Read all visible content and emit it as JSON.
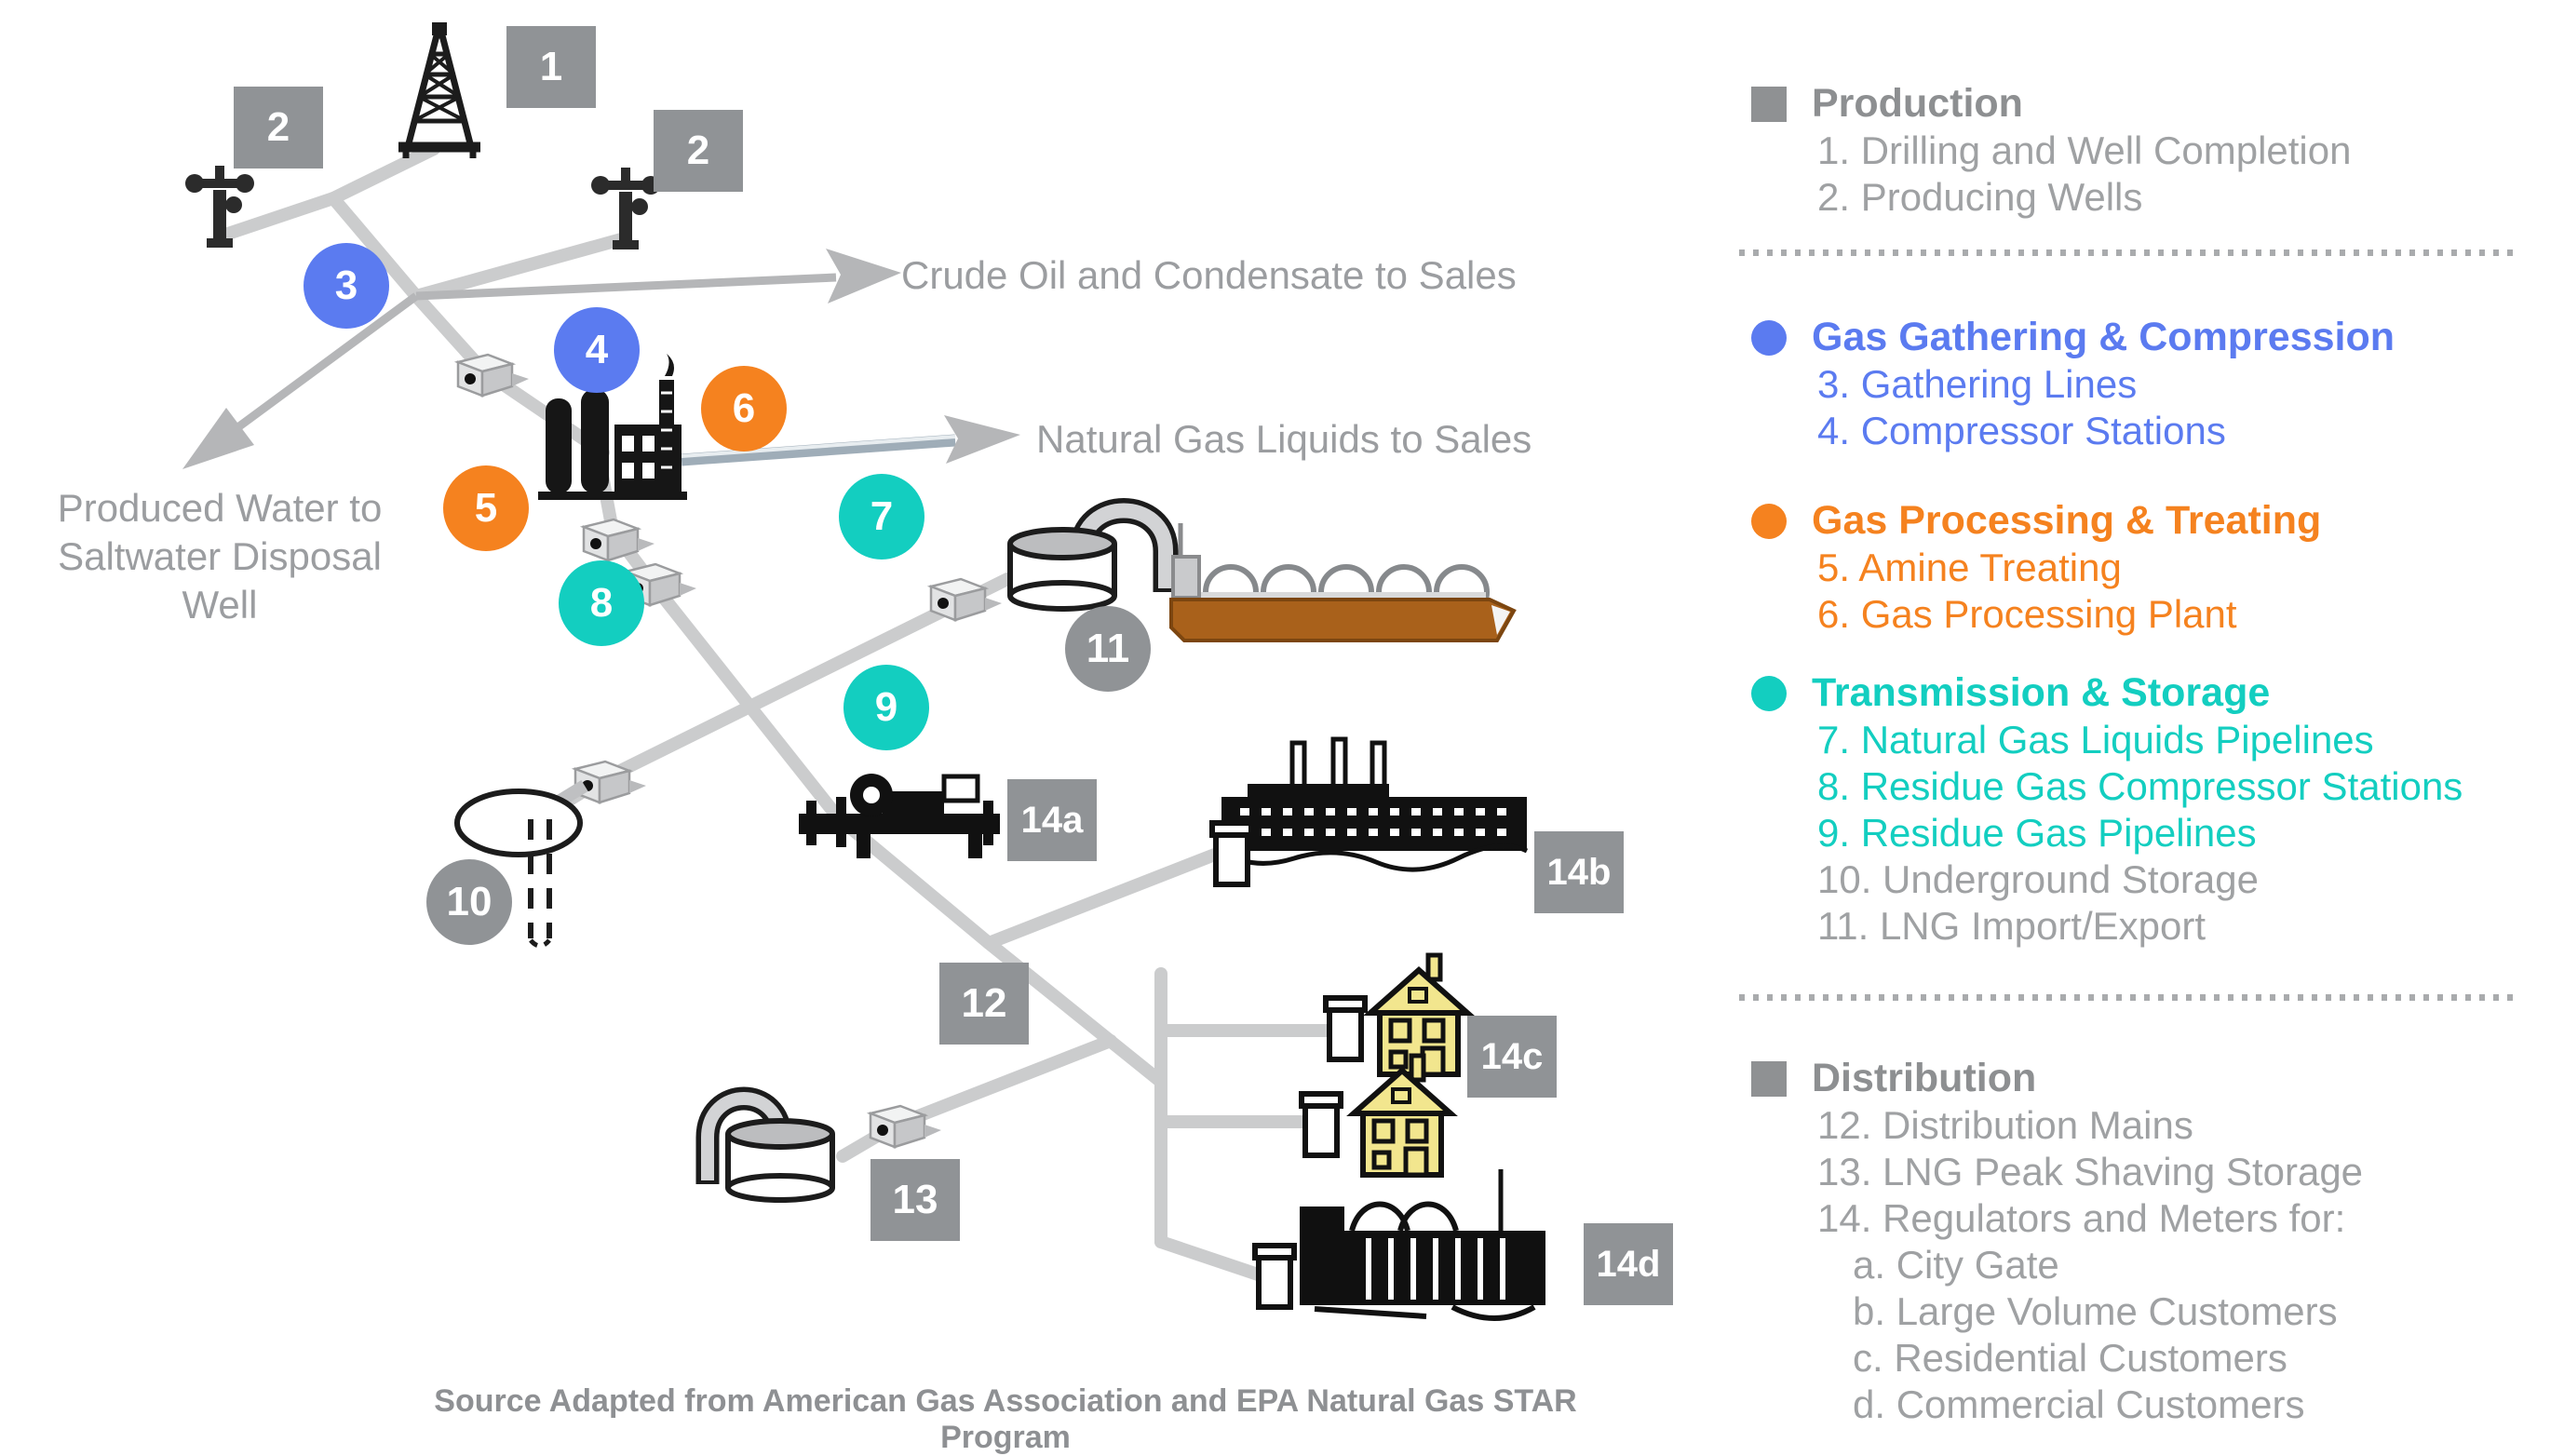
{
  "colors": {
    "blue": "#5b7bf0",
    "orange": "#f5821f",
    "teal": "#13cec0",
    "gray_badge": "#909396",
    "gray_header": "#8d8f91",
    "gray_text": "#9fa1a3",
    "pipeline": "#cbcccd",
    "arrow": "#b5b6b8",
    "house_fill": "#f2e68e",
    "ship_hull": "#a9611b"
  },
  "diagram": {
    "badges": [
      "1",
      "2",
      "2",
      "3",
      "4",
      "5",
      "6",
      "7",
      "8",
      "9",
      "10",
      "11",
      "12",
      "13",
      "14a",
      "14b",
      "14c",
      "14d"
    ],
    "flow_labels": {
      "crude_oil": "Crude Oil and Condensate to Sales",
      "ngl": "Natural Gas Liquids to Sales",
      "produced_water_line1": "Produced Water to",
      "produced_water_line2": "Saltwater Disposal Well"
    },
    "source_note": "Source Adapted from American Gas Association and EPA Natural Gas STAR Program",
    "icons": [
      "drilling-derrick-icon",
      "producing-wellhead-icon",
      "compressor-station-icon",
      "gas-processing-plant-icon",
      "ngl-pipeline-icon",
      "lng-storage-tank-icon",
      "lng-ship-icon",
      "underground-storage-icon",
      "city-gate-station-icon",
      "large-volume-customer-icon",
      "residential-house-icon",
      "gas-meter-icon",
      "commercial-building-icon",
      "peak-shaving-tank-icon"
    ]
  },
  "legend": {
    "sections": [
      {
        "title": "Production",
        "items": [
          "1. Drilling and Well Completion",
          "2. Producing Wells"
        ]
      },
      {
        "title": "Gas Gathering & Compression",
        "items": [
          "3. Gathering Lines",
          "4. Compressor Stations"
        ]
      },
      {
        "title": "Gas Processing & Treating",
        "items": [
          "5. Amine Treating",
          "6. Gas Processing Plant"
        ]
      },
      {
        "title": "Transmission & Storage",
        "items": [
          "7. Natural Gas Liquids Pipelines",
          "8. Residue Gas Compressor Stations",
          "9. Residue Gas Pipelines",
          "10. Underground Storage",
          "11. LNG Import/Export"
        ]
      },
      {
        "title": "Distribution",
        "items": [
          "12. Distribution Mains",
          "13. LNG Peak Shaving Storage",
          "14. Regulators and Meters for:"
        ],
        "sub_items": [
          "a. City Gate",
          "b. Large Volume Customers",
          "c. Residential Customers",
          "d. Commercial Customers"
        ]
      }
    ]
  }
}
